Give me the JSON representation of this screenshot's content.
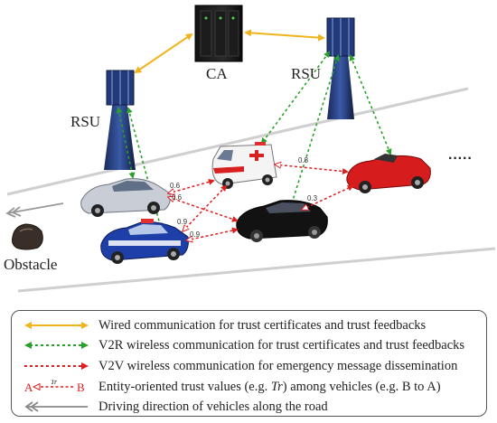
{
  "labels": {
    "ca": "CA",
    "rsu_left": "RSU",
    "rsu_right": "RSU",
    "obstacle": "Obstacle",
    "ellipsis": "·····"
  },
  "trust_values": {
    "police_top_a": "0.6",
    "police_top_b": "0.6",
    "ambulance_convertible": "0.8",
    "black_convertible": "0.3",
    "police_black_a": "0.9",
    "police_black_b": "0.9"
  },
  "legend": {
    "items": [
      {
        "text": "Wired communication for trust certificates and trust feedbacks",
        "color": "#f0b41e"
      },
      {
        "text": "V2R wireless communication for trust certificates and trust feedbacks",
        "color": "#2aa02a"
      },
      {
        "text": "V2V wireless communication for emergency message dissemination",
        "color": "#e01e1e"
      },
      {
        "text": "Entity-oriented trust values (e.g. Tr) among vehicles (e.g. B to A)",
        "color": "#e01e1e"
      },
      {
        "text": "Driving direction of vehicles along the road",
        "color": "#888888"
      }
    ],
    "trust_symbol": {
      "a": "A",
      "b": "B",
      "tr": "Tr"
    }
  },
  "colors": {
    "wired": "#f0b41e",
    "v2r": "#2aa02a",
    "v2v": "#e01e1e",
    "road": "#c8c8c8",
    "driving": "#888888"
  }
}
